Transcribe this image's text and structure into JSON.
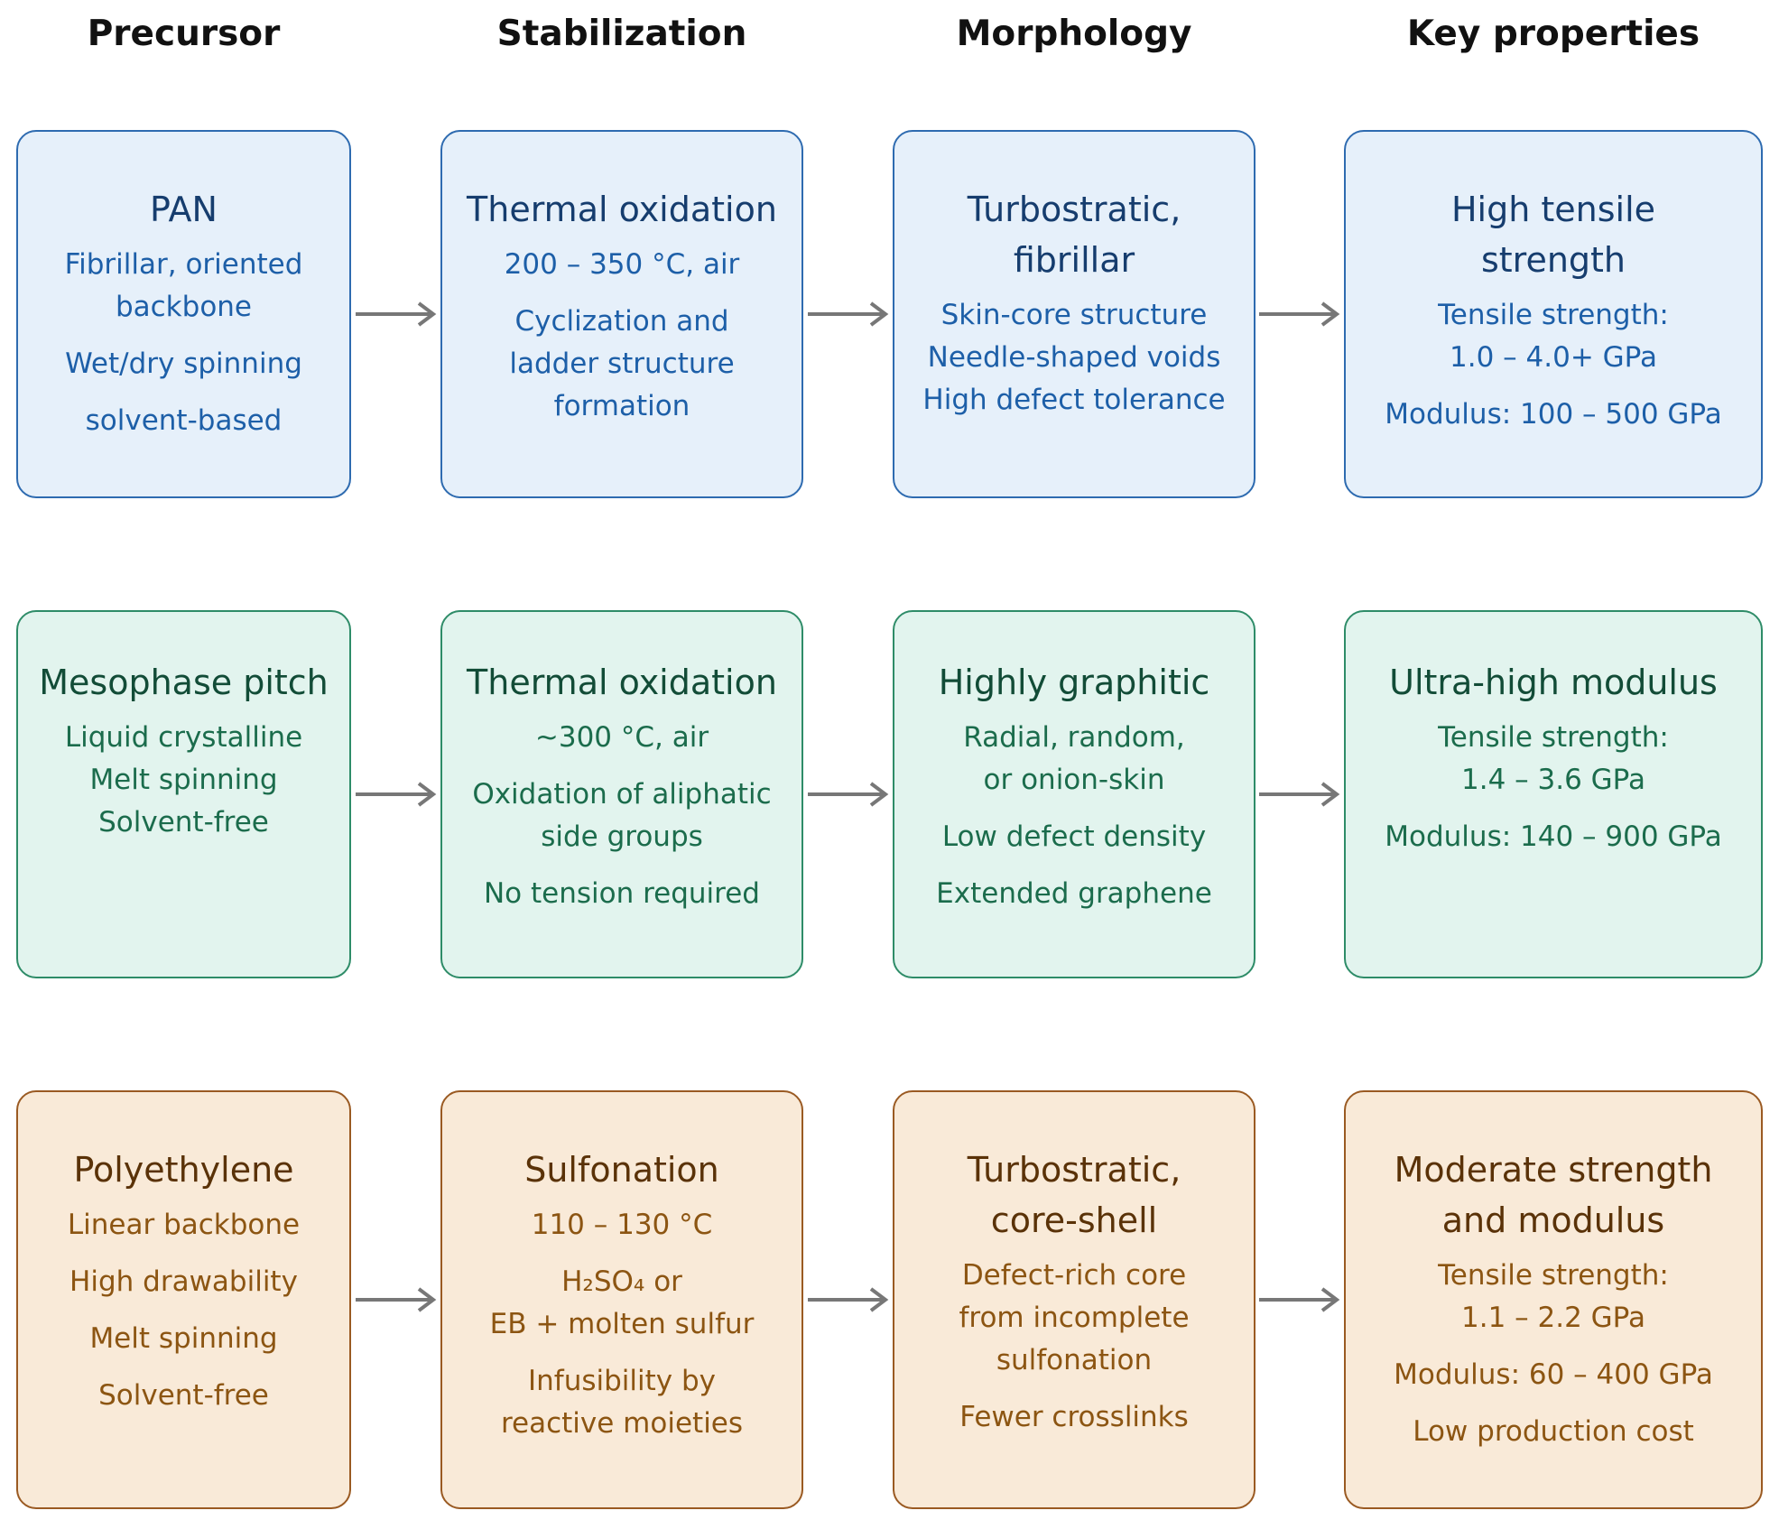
{
  "headers": [
    "Precursor",
    "Stabilization",
    "Morphology",
    "Key properties"
  ],
  "rows": [
    {
      "theme": "blue",
      "cells": [
        {
          "title": "PAN",
          "lines": [
            "Fibrillar, oriented",
            "backbone",
            "Wet/dry spinning",
            "solvent-based"
          ]
        },
        {
          "title": "Thermal oxidation",
          "lines": [
            "200 – 350 °C, air",
            "Cyclization and",
            "ladder structure",
            "formation"
          ]
        },
        {
          "title": "Turbostratic,\nfibrillar",
          "lines": [
            "Skin-core structure",
            "Needle-shaped voids",
            "High defect tolerance"
          ]
        },
        {
          "title": "High tensile\nstrength",
          "lines": [
            "Tensile strength:",
            "1.0 – 4.0+ GPa",
            "Modulus: 100 – 500 GPa"
          ]
        }
      ]
    },
    {
      "theme": "green",
      "cells": [
        {
          "title": "Mesophase pitch",
          "lines": [
            "Liquid crystalline",
            "Melt spinning",
            "Solvent-free"
          ]
        },
        {
          "title": "Thermal oxidation",
          "lines": [
            "~300 °C, air",
            "Oxidation of aliphatic",
            "side groups",
            "No tension required"
          ]
        },
        {
          "title": "Highly graphitic",
          "lines": [
            "Radial, random,",
            "or onion-skin",
            "Low defect density",
            "Extended graphene"
          ]
        },
        {
          "title": "Ultra-high modulus",
          "lines": [
            "Tensile strength:",
            "1.4 – 3.6 GPa",
            "Modulus: 140 – 900 GPa"
          ]
        }
      ]
    },
    {
      "theme": "brown",
      "cells": [
        {
          "title": "Polyethylene",
          "lines": [
            "Linear backbone",
            "High drawability",
            "Melt spinning",
            "Solvent-free"
          ]
        },
        {
          "title": "Sulfonation",
          "lines": [
            "110 – 130 °C",
            "H₂SO₄ or",
            "EB + molten sulfur",
            "Infusibility by",
            "reactive moieties"
          ]
        },
        {
          "title": "Turbostratic,\ncore-shell",
          "lines": [
            "Defect-rich core",
            "from incomplete",
            "sulfonation",
            "Fewer crosslinks"
          ]
        },
        {
          "title": "Moderate strength\nand modulus",
          "lines": [
            "Tensile strength:",
            "1.1 – 2.2 GPa",
            "Modulus: 60 – 400 GPa",
            "Low production cost"
          ]
        }
      ]
    }
  ],
  "colors": {
    "blue": {
      "fill": "#e6f0fa",
      "border": "#2e6bb0",
      "text": "#1d5fa8"
    },
    "green": {
      "fill": "#e2f4ee",
      "border": "#2e8c68",
      "text": "#1b6c4c"
    },
    "brown": {
      "fill": "#f9ead8",
      "border": "#9a5a22",
      "text": "#8c5512"
    },
    "arrow": "#777777"
  }
}
